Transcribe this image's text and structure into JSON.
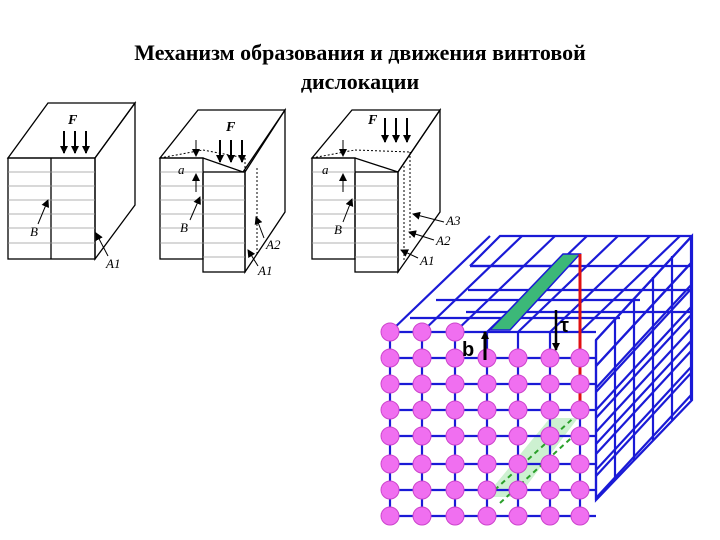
{
  "title": {
    "line1": "Механизм образования и движения винтовой",
    "line2": "дислокации"
  },
  "blocks": [
    {
      "force": "F",
      "labels": {
        "b": "B",
        "a1": "A1"
      }
    },
    {
      "force": "F",
      "labels": {
        "a": "a",
        "b": "B",
        "a1": "A1",
        "a2": "A2"
      }
    },
    {
      "force": "F",
      "labels": {
        "a": "a",
        "b": "B",
        "a1": "A1",
        "a2": "A2",
        "a3": "A3"
      }
    }
  ],
  "lattice": {
    "burgers_label": "b",
    "shear_label": "τ",
    "colors": {
      "grid": "#1a1ad6",
      "atom": "#f06ff0",
      "atom_edge": "#cc44cc",
      "dislocation_line": "#e01010",
      "slip_band": "#3cb878",
      "slip_band_light": "#c8f0cc",
      "dashed": "#2aa02a"
    }
  }
}
